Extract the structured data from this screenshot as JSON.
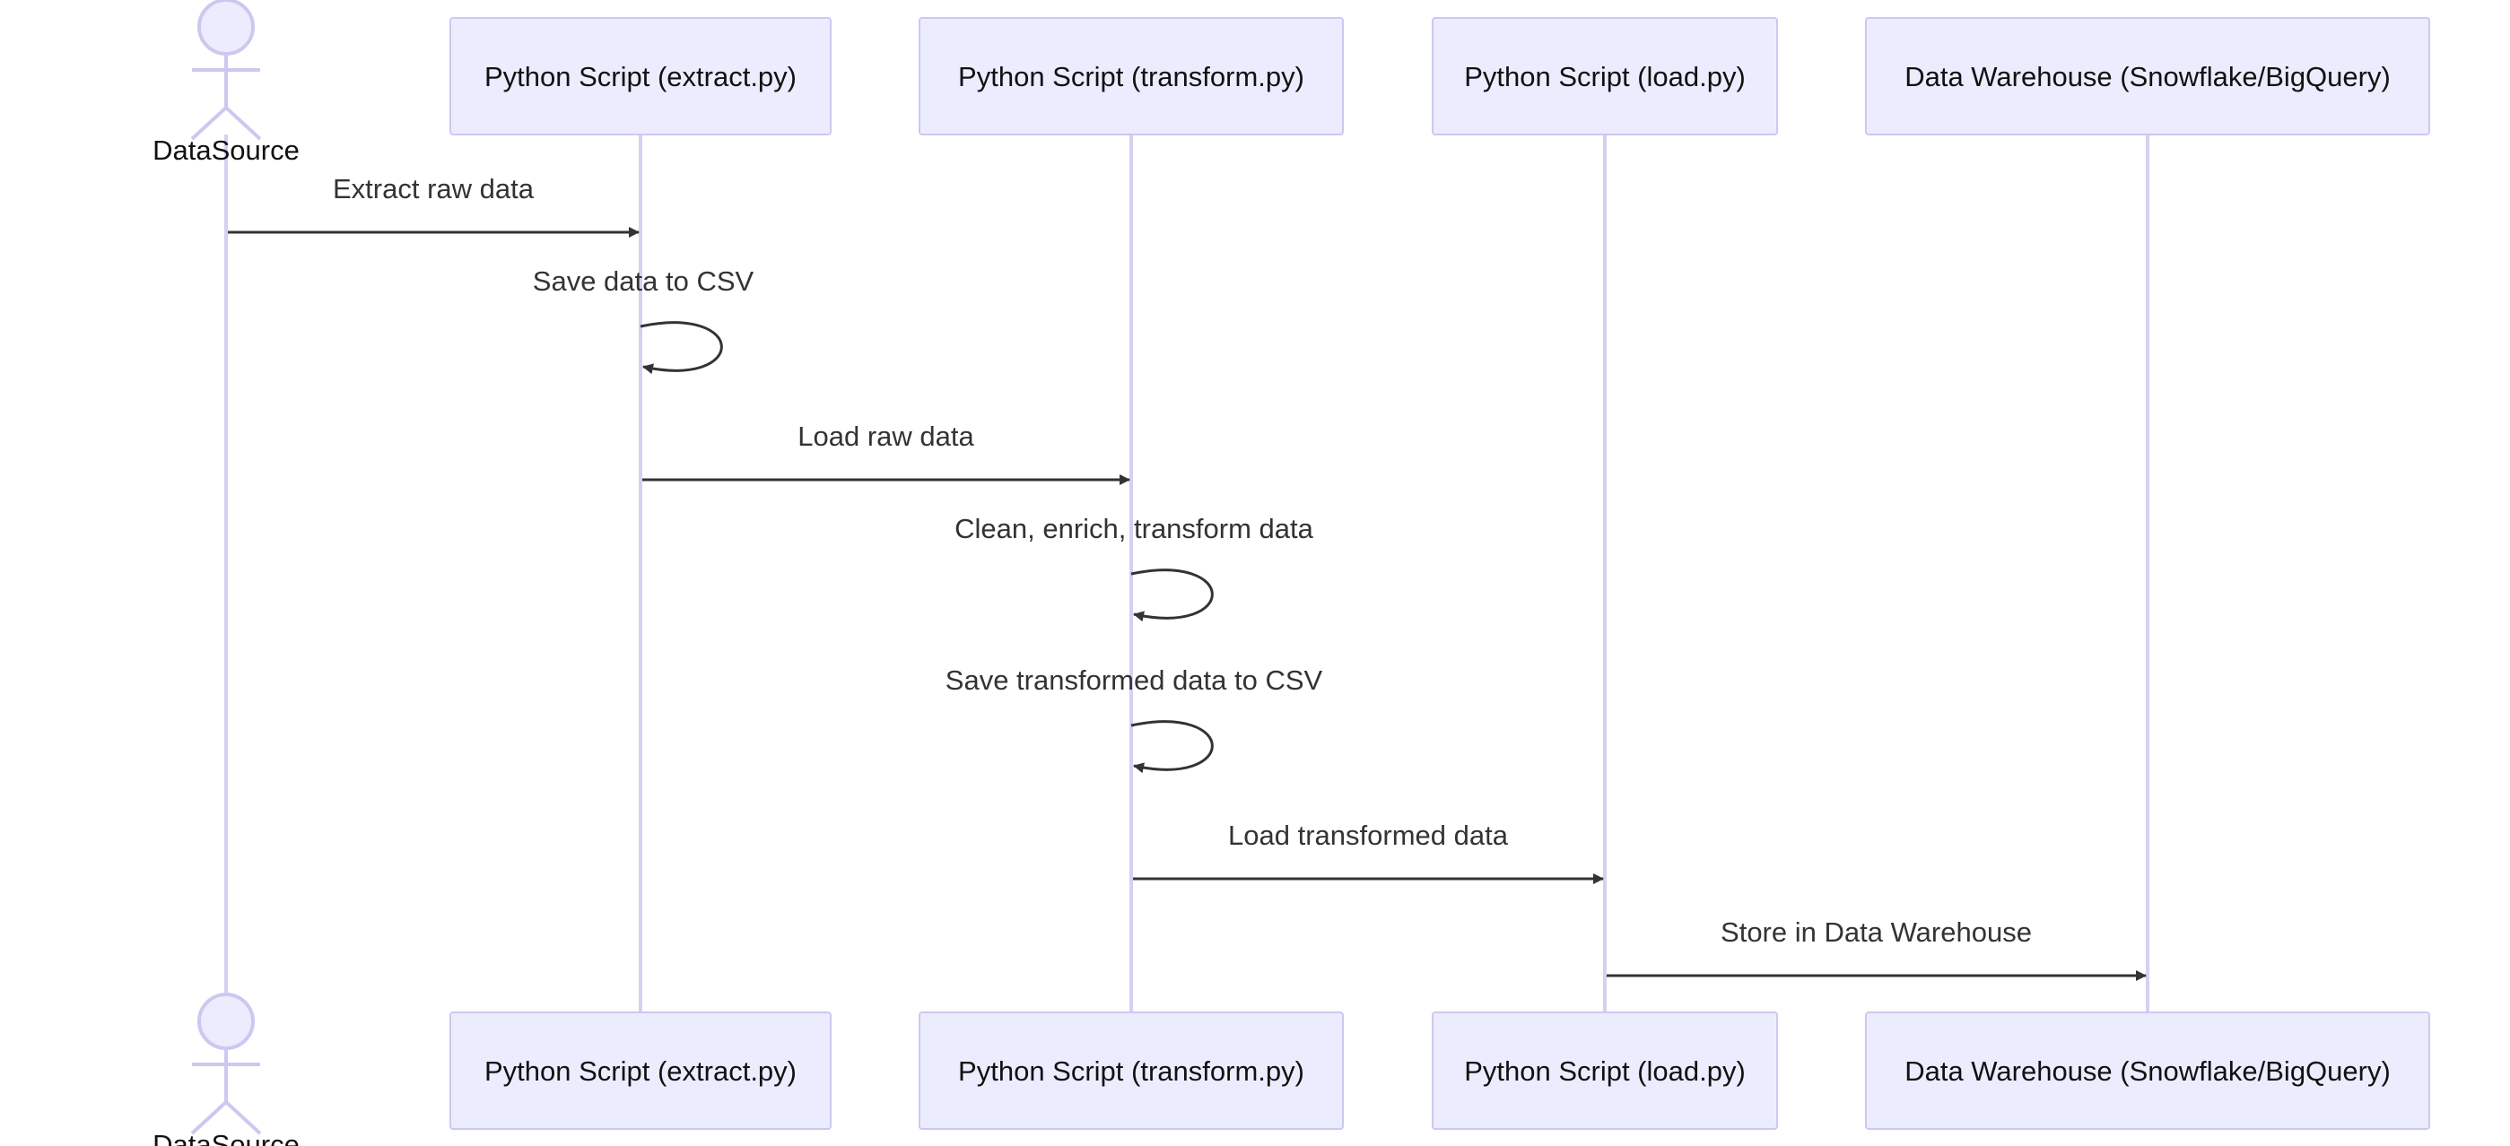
{
  "participants": [
    {
      "id": "ds",
      "label": "DataSource",
      "kind": "actor"
    },
    {
      "id": "ex",
      "label": "Python Script (extract.py)",
      "kind": "box"
    },
    {
      "id": "tr",
      "label": "Python Script (transform.py)",
      "kind": "box"
    },
    {
      "id": "ld",
      "label": "Python Script (load.py)",
      "kind": "box"
    },
    {
      "id": "dw",
      "label": "Data Warehouse (Snowflake/BigQuery)",
      "kind": "box"
    }
  ],
  "messages": [
    {
      "from": "ds",
      "to": "ex",
      "label": "Extract raw data"
    },
    {
      "from": "ex",
      "to": "ex",
      "label": "Save data to CSV"
    },
    {
      "from": "ex",
      "to": "tr",
      "label": "Load raw data"
    },
    {
      "from": "tr",
      "to": "tr",
      "label": "Clean, enrich, transform data"
    },
    {
      "from": "tr",
      "to": "tr",
      "label": "Save transformed data to CSV"
    },
    {
      "from": "tr",
      "to": "ld",
      "label": "Load transformed data"
    },
    {
      "from": "ld",
      "to": "dw",
      "label": "Store in Data Warehouse"
    }
  ],
  "colors": {
    "actor_fill": "#ECECFF",
    "actor_stroke": "#CDC8F0",
    "lifeline": "#D5D0F2",
    "message": "#333333"
  }
}
